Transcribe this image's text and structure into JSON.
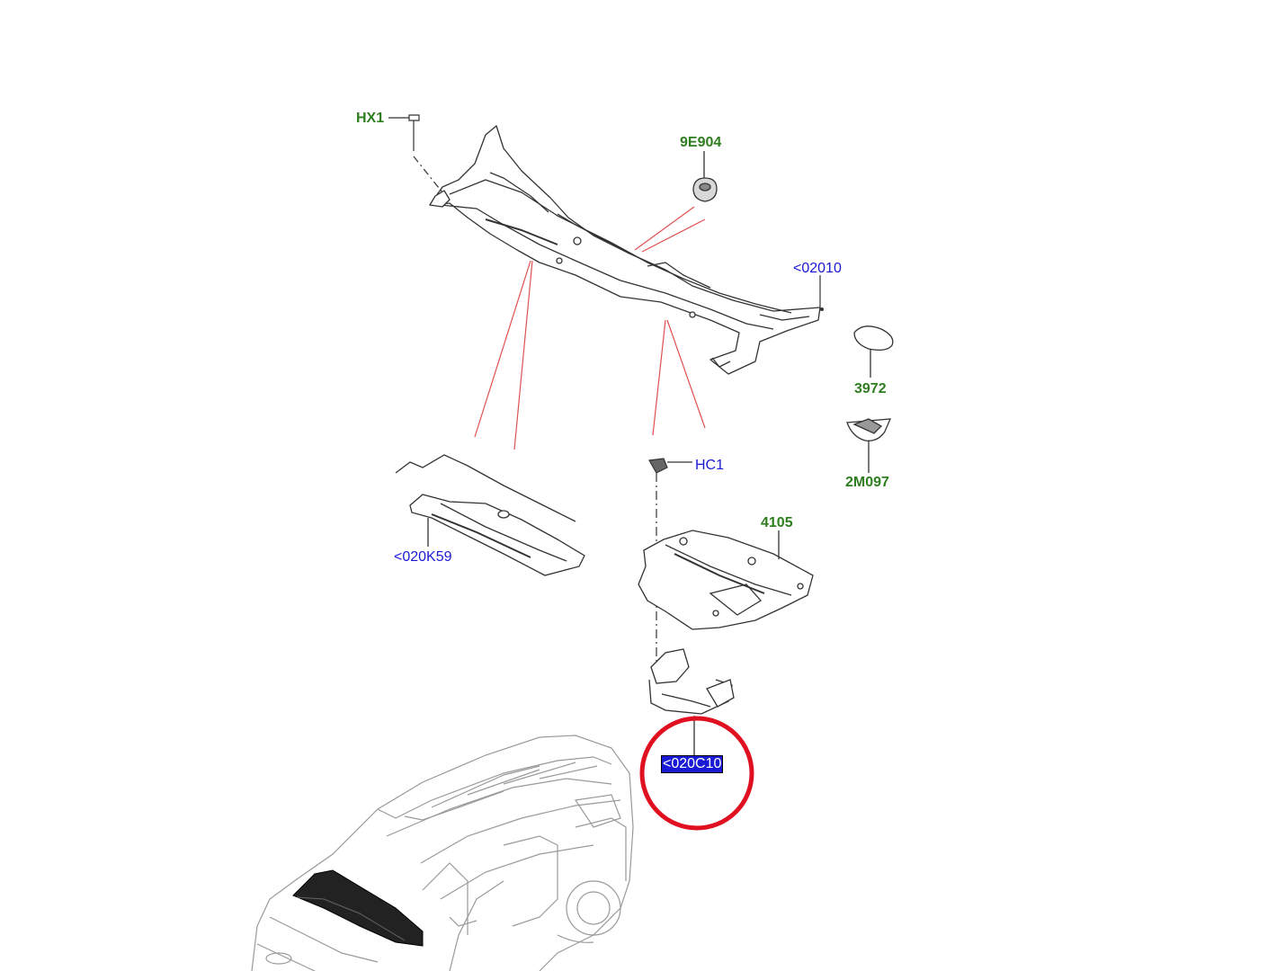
{
  "diagram": {
    "callouts": {
      "hx1": "HX1",
      "p9e904": "9E904",
      "p02010": "<02010",
      "p3972": "3972",
      "hc1": "HC1",
      "p2m097": "2M097",
      "p4105": "4105",
      "p020k59": "<020K59",
      "p020c10": "<020C10"
    },
    "selected_callout": "<020C10",
    "colors": {
      "part_number_green": "#2e7d1e",
      "link_blue": "#1a1ad6",
      "highlight_circle": "#e01020",
      "leader_red": "#e05050",
      "line_art": "#333333"
    }
  }
}
